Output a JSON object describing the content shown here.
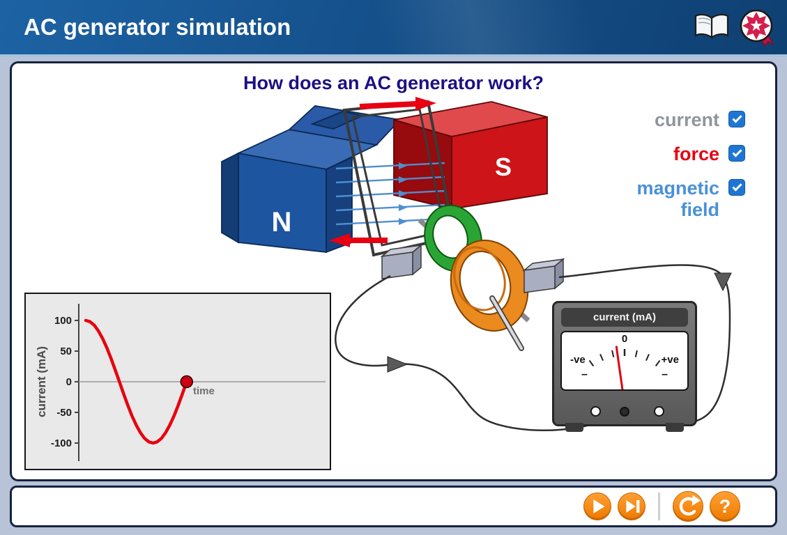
{
  "window": {
    "background": "#b9c3d8"
  },
  "header": {
    "title": "AC generator simulation",
    "background": "#15518c",
    "icons": [
      {
        "name": "book-icon"
      },
      {
        "name": "star-badge-icon"
      }
    ]
  },
  "main": {
    "question": "How does an AC generator work?",
    "toggles": [
      {
        "label": "current",
        "color": "#8f959b",
        "checked": true
      },
      {
        "label": "force",
        "color": "#e60012",
        "checked": true
      },
      {
        "label": "magnetic field",
        "lines": [
          "magnetic",
          "field"
        ],
        "color": "#4a90d9",
        "checked": true
      }
    ],
    "generator": {
      "north_pole_label": "N",
      "south_pole_label": "S"
    }
  },
  "chart_data": {
    "type": "line",
    "title": "",
    "xlabel": "time",
    "ylabel": "current (mA)",
    "yticks": [
      "100",
      "50",
      "0",
      "-50",
      "-100"
    ],
    "ylim": [
      -125,
      125
    ],
    "grid": false,
    "legend": false,
    "series": [
      {
        "name": "current",
        "color": "#e8000d",
        "x_period_fraction": [
          0,
          0.03125,
          0.0625,
          0.09375,
          0.125,
          0.15625,
          0.1875,
          0.21875,
          0.25,
          0.28125,
          0.3125,
          0.34375,
          0.375,
          0.40625,
          0.4375,
          0.46875,
          0.5,
          0.53125,
          0.5625,
          0.59375,
          0.625,
          0.65625,
          0.6875,
          0.71875,
          0.75
        ],
        "values_mA": [
          100,
          98.1,
          92.4,
          83.1,
          70.7,
          55.6,
          38.3,
          19.5,
          0,
          -19.5,
          -38.3,
          -55.6,
          -70.7,
          -83.1,
          -92.4,
          -98.1,
          -100,
          -98.1,
          -92.4,
          -83.1,
          -70.7,
          -55.6,
          -38.3,
          -19.5,
          0
        ]
      }
    ],
    "marker": {
      "x_period_fraction": 0.75,
      "value_mA": 0
    }
  },
  "meter": {
    "title": "current (mA)",
    "zero_label": "0",
    "negative_label": "-ve",
    "positive_label": "+ve",
    "minus_left": "–",
    "minus_right": "–",
    "needle_angle_deg": -8
  },
  "controls": {
    "buttons": [
      {
        "name": "play-button",
        "icon": "play-icon"
      },
      {
        "name": "step-button",
        "icon": "step-forward-icon"
      },
      {
        "name": "reset-button",
        "icon": "reset-icon"
      },
      {
        "name": "help-button",
        "icon": "help-icon",
        "label": "?"
      }
    ]
  }
}
